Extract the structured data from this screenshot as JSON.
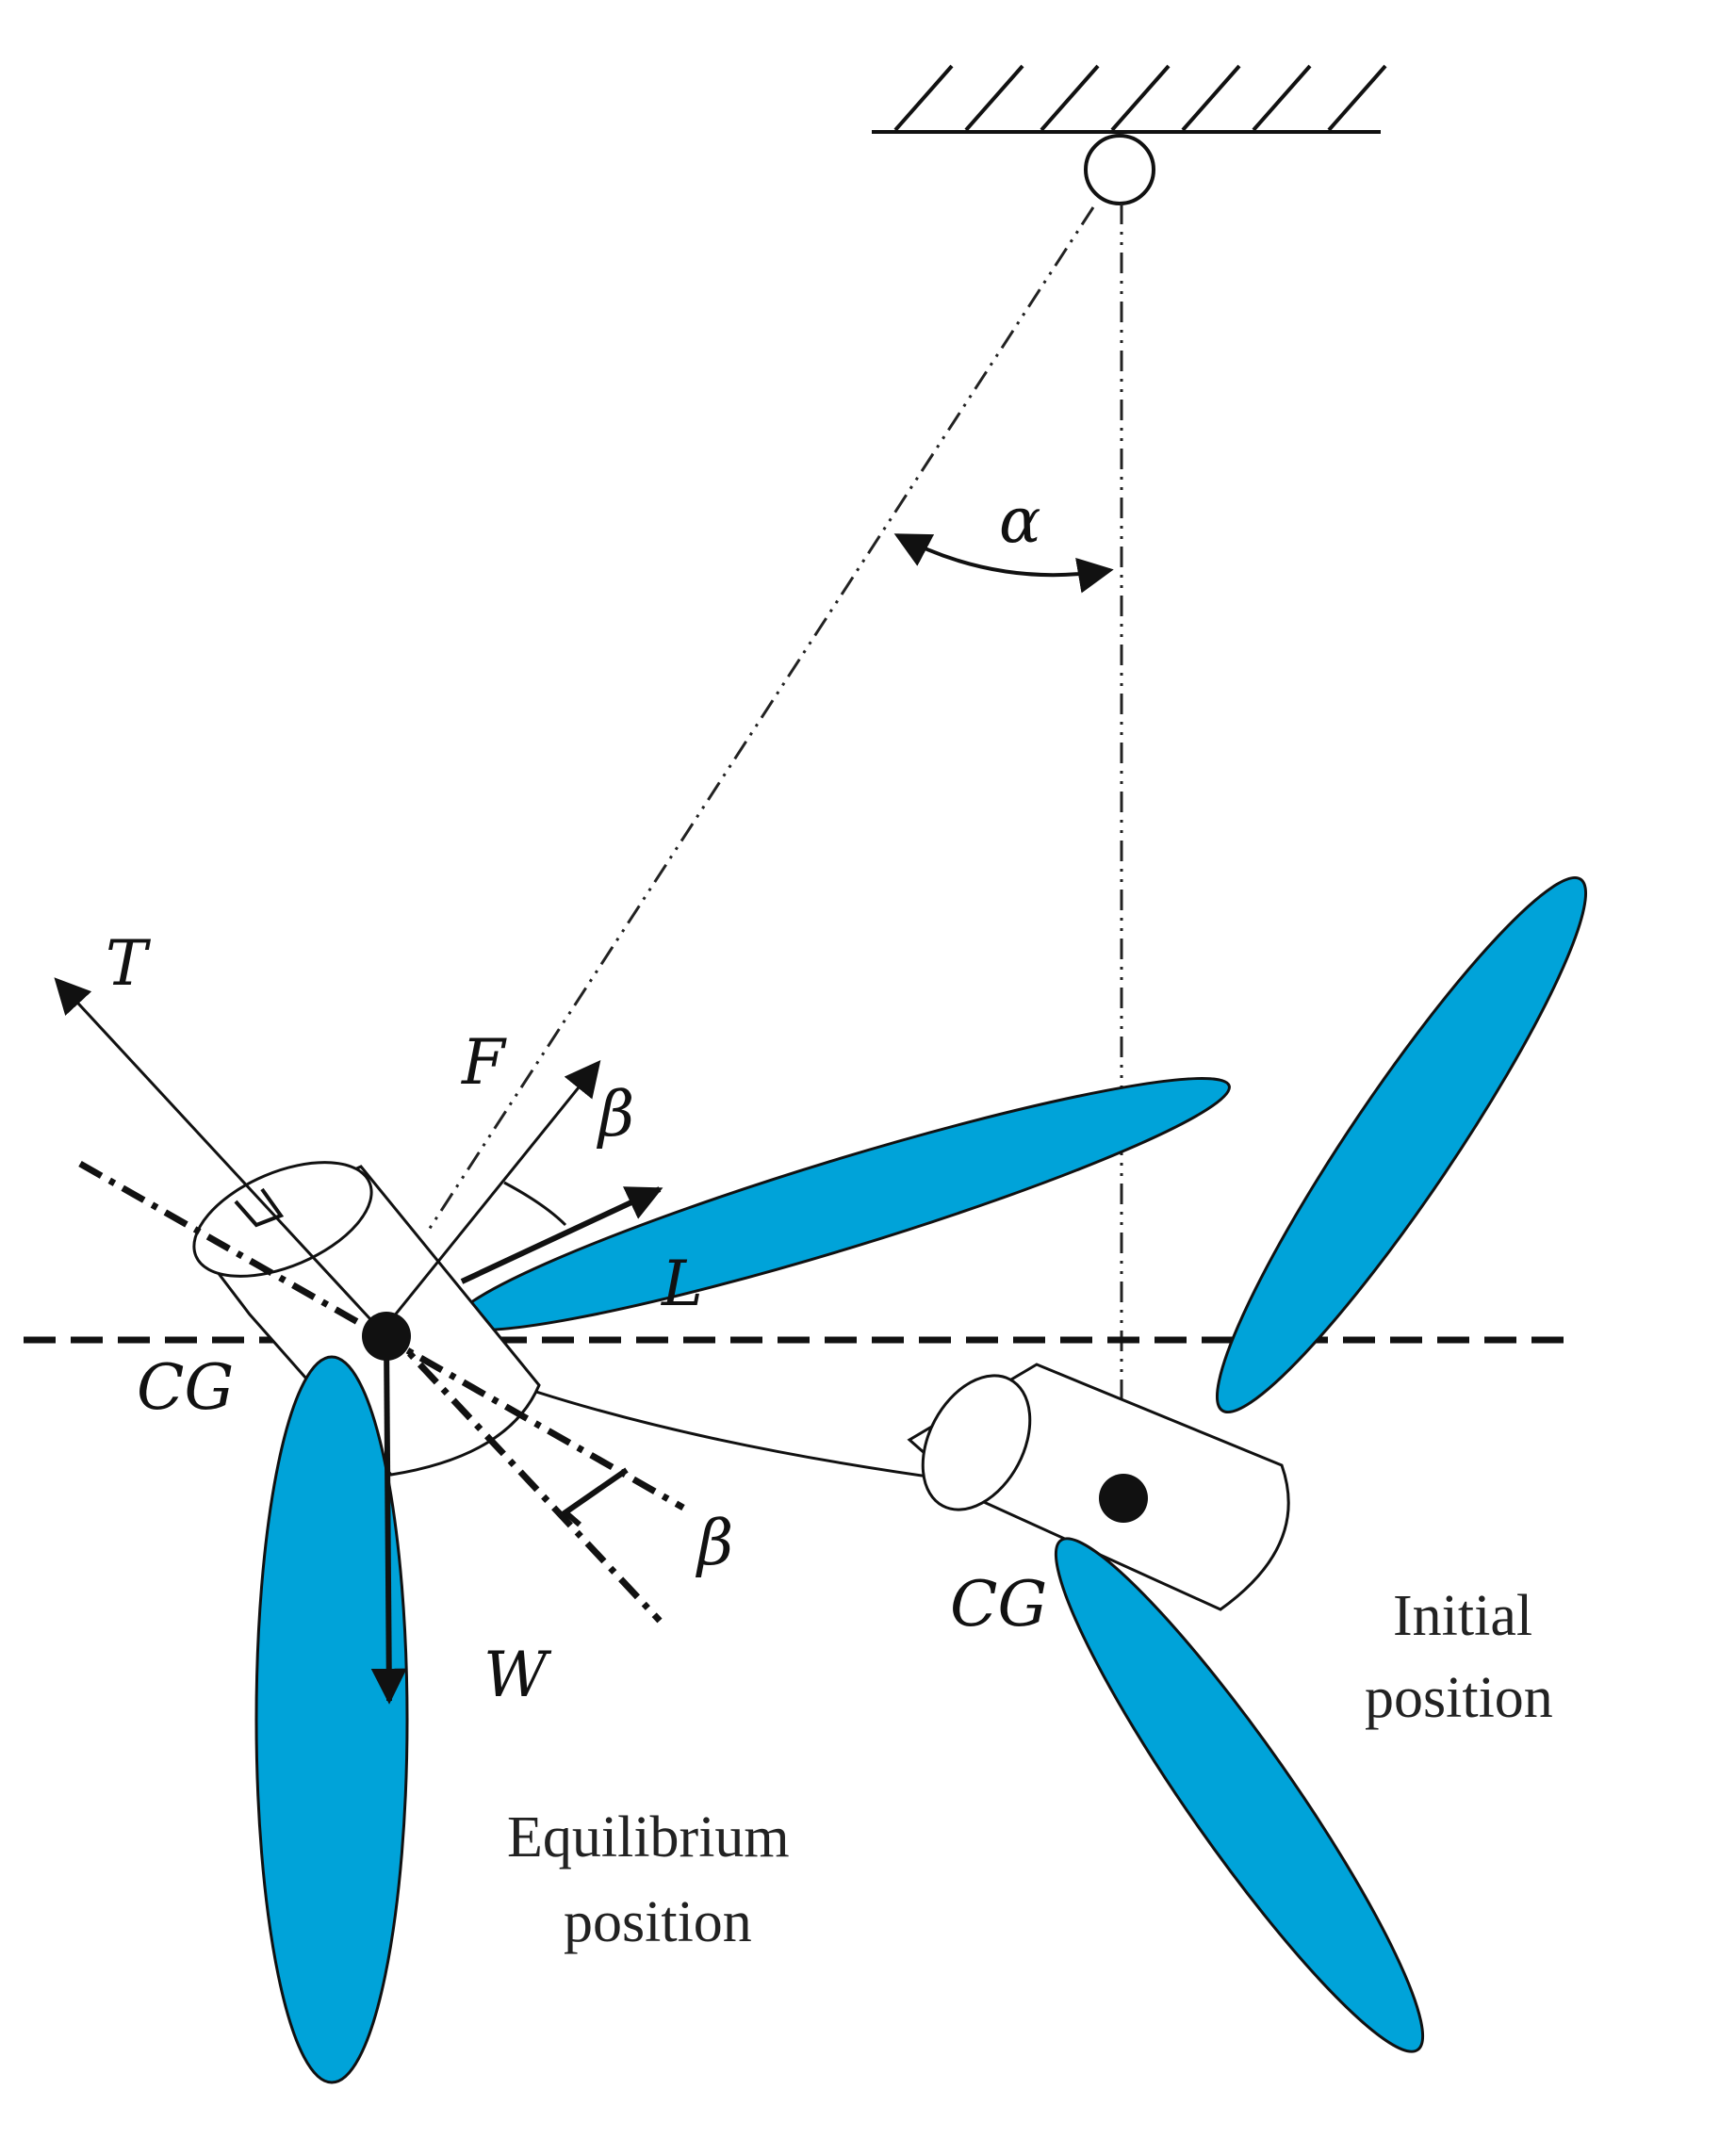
{
  "labels": {
    "alpha": "α",
    "T": "T",
    "F": "F",
    "beta_upper": "β",
    "L": "L",
    "CG_left": "CG",
    "beta_lower": "β",
    "W": "W",
    "CG_right": "CG",
    "equilibrium_line1": "Equilibrium",
    "equilibrium_line2": "position",
    "initial_line1": "Initial",
    "initial_line2": "position"
  },
  "colors": {
    "blade": "#00a3d9",
    "line": "#111111"
  }
}
